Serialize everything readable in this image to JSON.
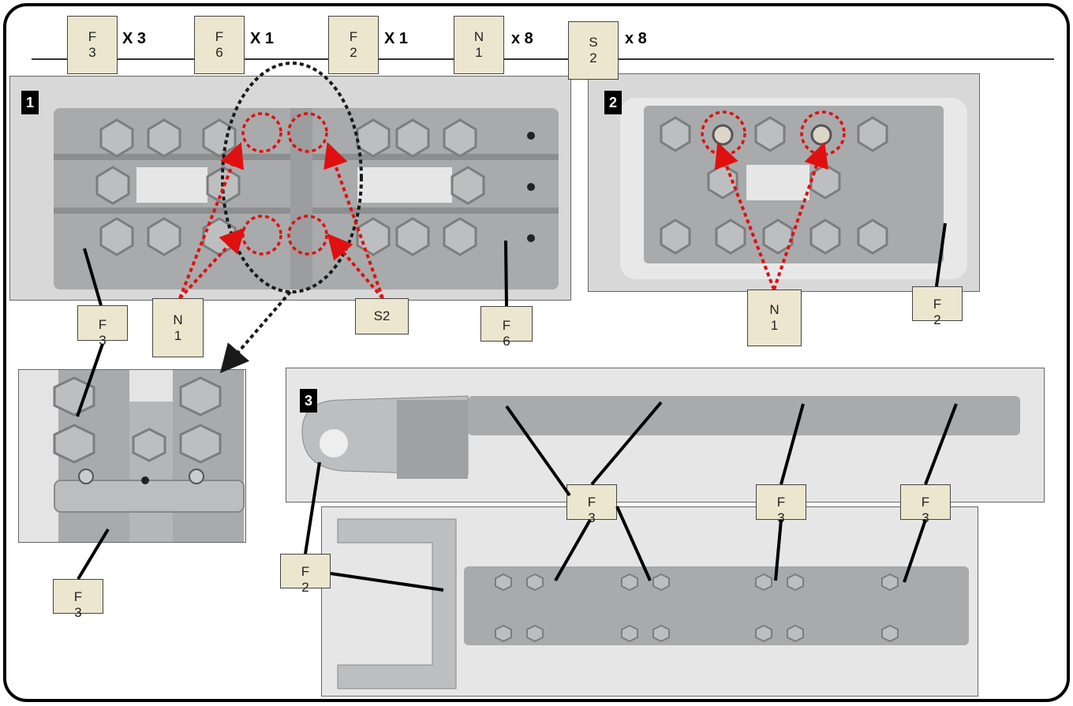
{
  "parts_header": [
    {
      "code_top": "F",
      "code_bottom": "3",
      "qty": "X 3"
    },
    {
      "code_top": "F",
      "code_bottom": "6",
      "qty": "X 1"
    },
    {
      "code_top": "F",
      "code_bottom": "2",
      "qty": "X 1"
    },
    {
      "code_top": "N",
      "code_bottom": "1",
      "qty": "x 8"
    },
    {
      "code_top": "S",
      "code_bottom": "2",
      "qty": "x 8"
    }
  ],
  "steps": [
    {
      "number": "1"
    },
    {
      "number": "2"
    },
    {
      "number": "3"
    }
  ],
  "callouts": {
    "step1_f3": {
      "top": "F",
      "bottom": "3"
    },
    "step1_n1": {
      "top": "N",
      "bottom": "1"
    },
    "step1_s2": {
      "top": "S2"
    },
    "step1_f6": {
      "top": "F",
      "bottom": "6"
    },
    "step2_n1": {
      "top": "N",
      "bottom": "1"
    },
    "step2_f2": {
      "top": "F",
      "bottom": "2"
    },
    "detail_f3": {
      "top": "F",
      "bottom": "3"
    },
    "step3_f3_a": {
      "top": "F",
      "bottom": "3"
    },
    "step3_f3_b": {
      "top": "F",
      "bottom": "3"
    },
    "step3_f3_c": {
      "top": "F",
      "bottom": "3"
    },
    "step3_f2": {
      "top": "F",
      "bottom": "2"
    }
  },
  "colors": {
    "tag_fill": "#ece6cf",
    "photo_bg": "#d8d8d8",
    "part_gray": "#a9aaab",
    "highlight_red": "#e01010",
    "detail_black": "#1a1a1a"
  }
}
